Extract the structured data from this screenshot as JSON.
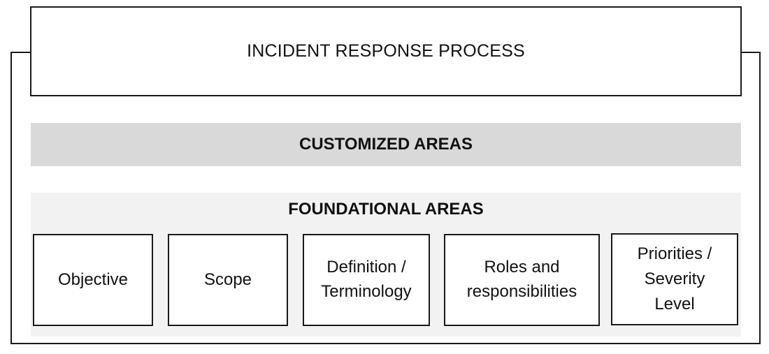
{
  "title": "INCIDENT RESPONSE PROCESS",
  "customized": {
    "label": "CUSTOMIZED AREAS"
  },
  "foundational": {
    "label": "FOUNDATIONAL AREAS",
    "areas": [
      {
        "lines": [
          "Objective"
        ]
      },
      {
        "lines": [
          "Scope"
        ]
      },
      {
        "lines": [
          "Definition /",
          "Terminology"
        ]
      },
      {
        "lines": [
          "Roles and",
          "responsibilities"
        ]
      },
      {
        "lines": [
          "Priorities /",
          "Severity",
          "Level"
        ]
      }
    ]
  },
  "colors": {
    "border": "#1a1a1a",
    "customized_band": "#d9d9d9",
    "foundational_panel": "#f2f2f2"
  }
}
